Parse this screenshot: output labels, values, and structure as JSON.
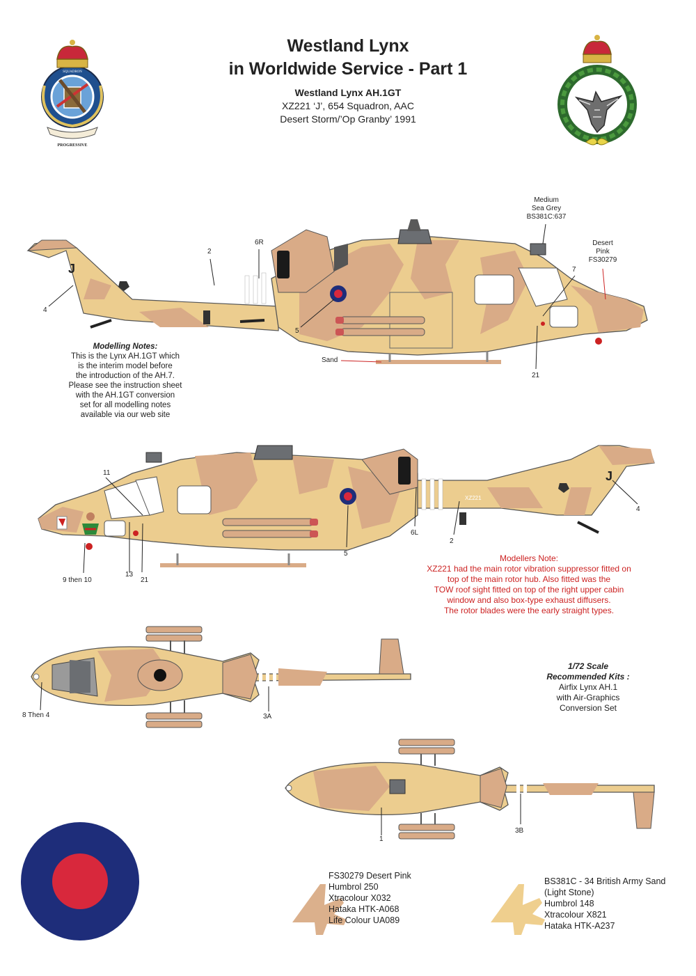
{
  "header": {
    "title_line1": "Westland Lynx",
    "title_line2": "in Worldwide Service - Part 1",
    "variant": "Westland Lynx AH.1GT",
    "serial": "XZ221 ‘J’, 654 Squadron, AAC",
    "operation": "Desert Storm/’Op Granby’ 1991"
  },
  "badges": {
    "left_motto": "PROGRESSIVE",
    "left_ring_text": "SQUADRON"
  },
  "aircraft": {
    "serial_marking": "XZ221",
    "code_letter": "J"
  },
  "callouts_top": {
    "c2": "2",
    "c6r": "6R",
    "c4": "4",
    "c5": "5",
    "c7": "7",
    "c21": "21",
    "sand": "Sand",
    "msg_l1": "Medium",
    "msg_l2": "Sea Grey",
    "msg_l3": "BS381C:637",
    "dp_l1": "Desert",
    "dp_l2": "Pink",
    "dp_l3": "FS30279"
  },
  "callouts_side2": {
    "c11": "11",
    "c9": "9 then 10",
    "c13": "13",
    "c21": "21",
    "c5": "5",
    "c6l": "6L",
    "c2": "2",
    "c4": "4"
  },
  "callouts_plan": {
    "c8": "8 Then 4",
    "c3a": "3A",
    "c1": "1",
    "c3b": "3B"
  },
  "modelling_notes": {
    "heading": "Modelling Notes:",
    "lines": [
      "This is the Lynx AH.1GT which",
      "is the interim model before",
      "the introduction of the AH.7.",
      "Please see the instruction sheet",
      "with the AH.1GT conversion",
      "set for all modelling notes",
      "available via our web site"
    ]
  },
  "modellers_note": {
    "lines": [
      "Modellers Note:",
      "XZ221 had the main rotor vibration suppressor fitted on",
      "top of the main rotor hub. Also fitted was the",
      "TOW roof sight fitted on top of the right upper cabin",
      "window and also box-type exhaust diffusers.",
      "The rotor blades were the early straight types."
    ]
  },
  "scale_box": {
    "l1": "1/72 Scale",
    "l2": "Recommended Kits :",
    "l3": "Airfix Lynx AH.1",
    "l4": "with Air-Graphics",
    "l5": "Conversion Set"
  },
  "paints": {
    "pink": {
      "lines": [
        "FS30279 Desert Pink",
        "Humbrol 250",
        "Xtracolour X032",
        "Hataka HTK-A068",
        "Life Colour UA089"
      ],
      "color": "#dbb08c"
    },
    "sand": {
      "lines": [
        "BS381C - 34 British Army Sand",
        "(Light Stone)",
        "Humbrol 148",
        "Xtracolour X821",
        "Hataka HTK-A237"
      ],
      "color": "#efcf8e"
    }
  },
  "colors": {
    "sand": "#eccd8f",
    "pink": "#d9ab87",
    "grey": "#6b6e72",
    "roundel_blue": "#1e2d7a",
    "roundel_red": "#d8283c",
    "note_red": "#cc2222"
  }
}
